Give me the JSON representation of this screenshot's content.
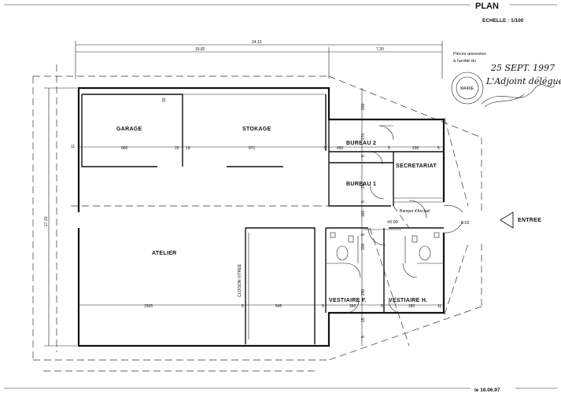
{
  "header": {
    "title": "PLAN",
    "scale": "ECHELLE : 1/100",
    "date_footer": "le 16.06.97"
  },
  "stamp": {
    "line1": "Pièces annexées",
    "line2": "à l'arrêté du",
    "handwritten_date": "25 SEPT. 1997",
    "signature_title": "L'Adjoint délégué",
    "seal_text": "MAIRIE"
  },
  "rooms": {
    "garage": "GARAGE",
    "stokage": "STOKAGE",
    "bureau2": "BUREAU 2",
    "secretariat": "SECRETARIAT",
    "bureau1": "BUREAU 1",
    "banque": "Banque d'Accueil",
    "atelier": "ATELIER",
    "vestiaire_f": "VESTIAIRE F.",
    "vestiaire_h": "VESTIAIRE H.",
    "cloison": "CLOISON  VITREE"
  },
  "entrance": {
    "label": "ENTREE",
    "level_inside": "±0.00",
    "level_outside": "-0.02"
  },
  "dimensions": {
    "total_width": "24.12",
    "left_width": "16.82",
    "right_width": "7.30",
    "height": "17.20",
    "garage_w": "660",
    "d20a": "20",
    "d19": "19",
    "stokage_w": "971",
    "d5a": "5",
    "bureau2_w": "450",
    "d5b": "5",
    "secr_w": "290",
    "d5c": "5",
    "atelier_w": "1565",
    "d5d": "5",
    "d545": "545",
    "d5e": "5",
    "vf_w": "360",
    "d5f": "5",
    "vh_w": "360",
    "d11": "11",
    "v200a": "200",
    "v270": "270",
    "v5a": "5",
    "v290": "290",
    "v5b": "5",
    "v160": "160",
    "v200b": "200",
    "v250": "250",
    "v15": "15",
    "v5c": "5",
    "v5d": "5",
    "d20b": "20"
  }
}
